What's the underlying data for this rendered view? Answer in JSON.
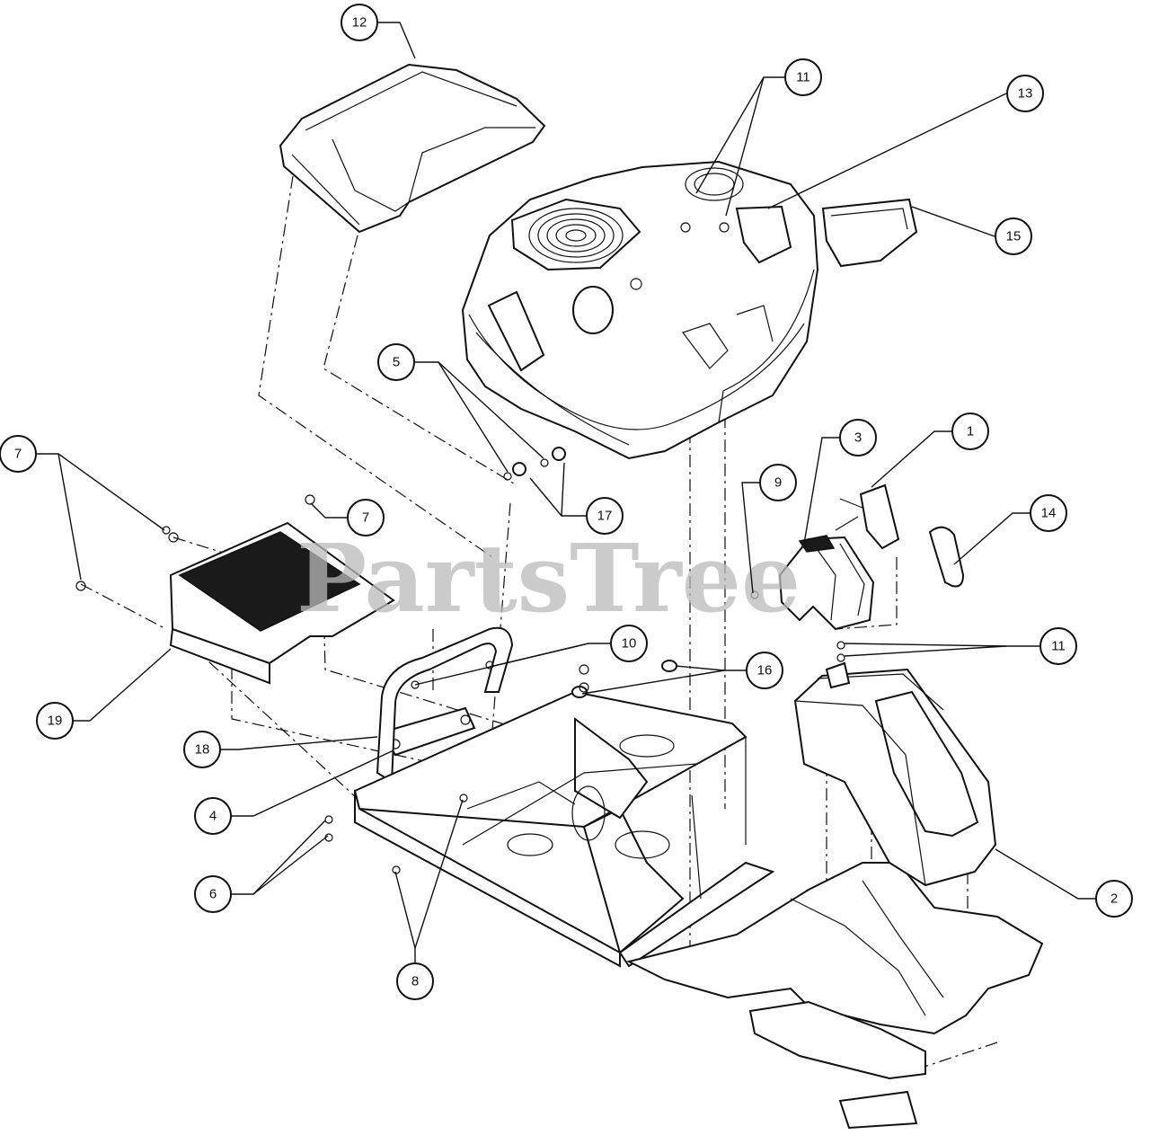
{
  "watermark": "PartsTree",
  "callouts": [
    {
      "id": "c12",
      "label": "12"
    },
    {
      "id": "c11a",
      "label": "11"
    },
    {
      "id": "c13",
      "label": "13"
    },
    {
      "id": "c15",
      "label": "15"
    },
    {
      "id": "c5",
      "label": "5"
    },
    {
      "id": "c7a",
      "label": "7"
    },
    {
      "id": "c7b",
      "label": "7"
    },
    {
      "id": "c17",
      "label": "17"
    },
    {
      "id": "c9",
      "label": "9"
    },
    {
      "id": "c3",
      "label": "3"
    },
    {
      "id": "c1",
      "label": "1"
    },
    {
      "id": "c14",
      "label": "14"
    },
    {
      "id": "c11b",
      "label": "11"
    },
    {
      "id": "c10",
      "label": "10"
    },
    {
      "id": "c16",
      "label": "16"
    },
    {
      "id": "c19",
      "label": "19"
    },
    {
      "id": "c18",
      "label": "18"
    },
    {
      "id": "c4",
      "label": "4"
    },
    {
      "id": "c6",
      "label": "6"
    },
    {
      "id": "c2",
      "label": "2"
    },
    {
      "id": "c8",
      "label": "8"
    }
  ]
}
